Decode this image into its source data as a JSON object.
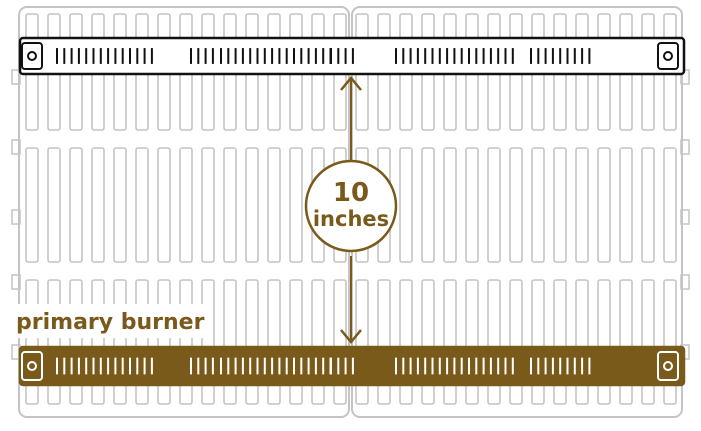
{
  "colors": {
    "grate_outline": "#c4c4c4",
    "top_burner_stroke": "#111111",
    "primary_burner_fill": "#7a5a1b",
    "accent_text": "#7a5a1b",
    "background": "#ffffff"
  },
  "measurement": {
    "value": "10",
    "unit": "inches"
  },
  "labels": {
    "primary_burner": "primary burner"
  },
  "icons": {
    "arrow_up": "arrow-up-icon",
    "arrow_down": "arrow-down-icon"
  }
}
